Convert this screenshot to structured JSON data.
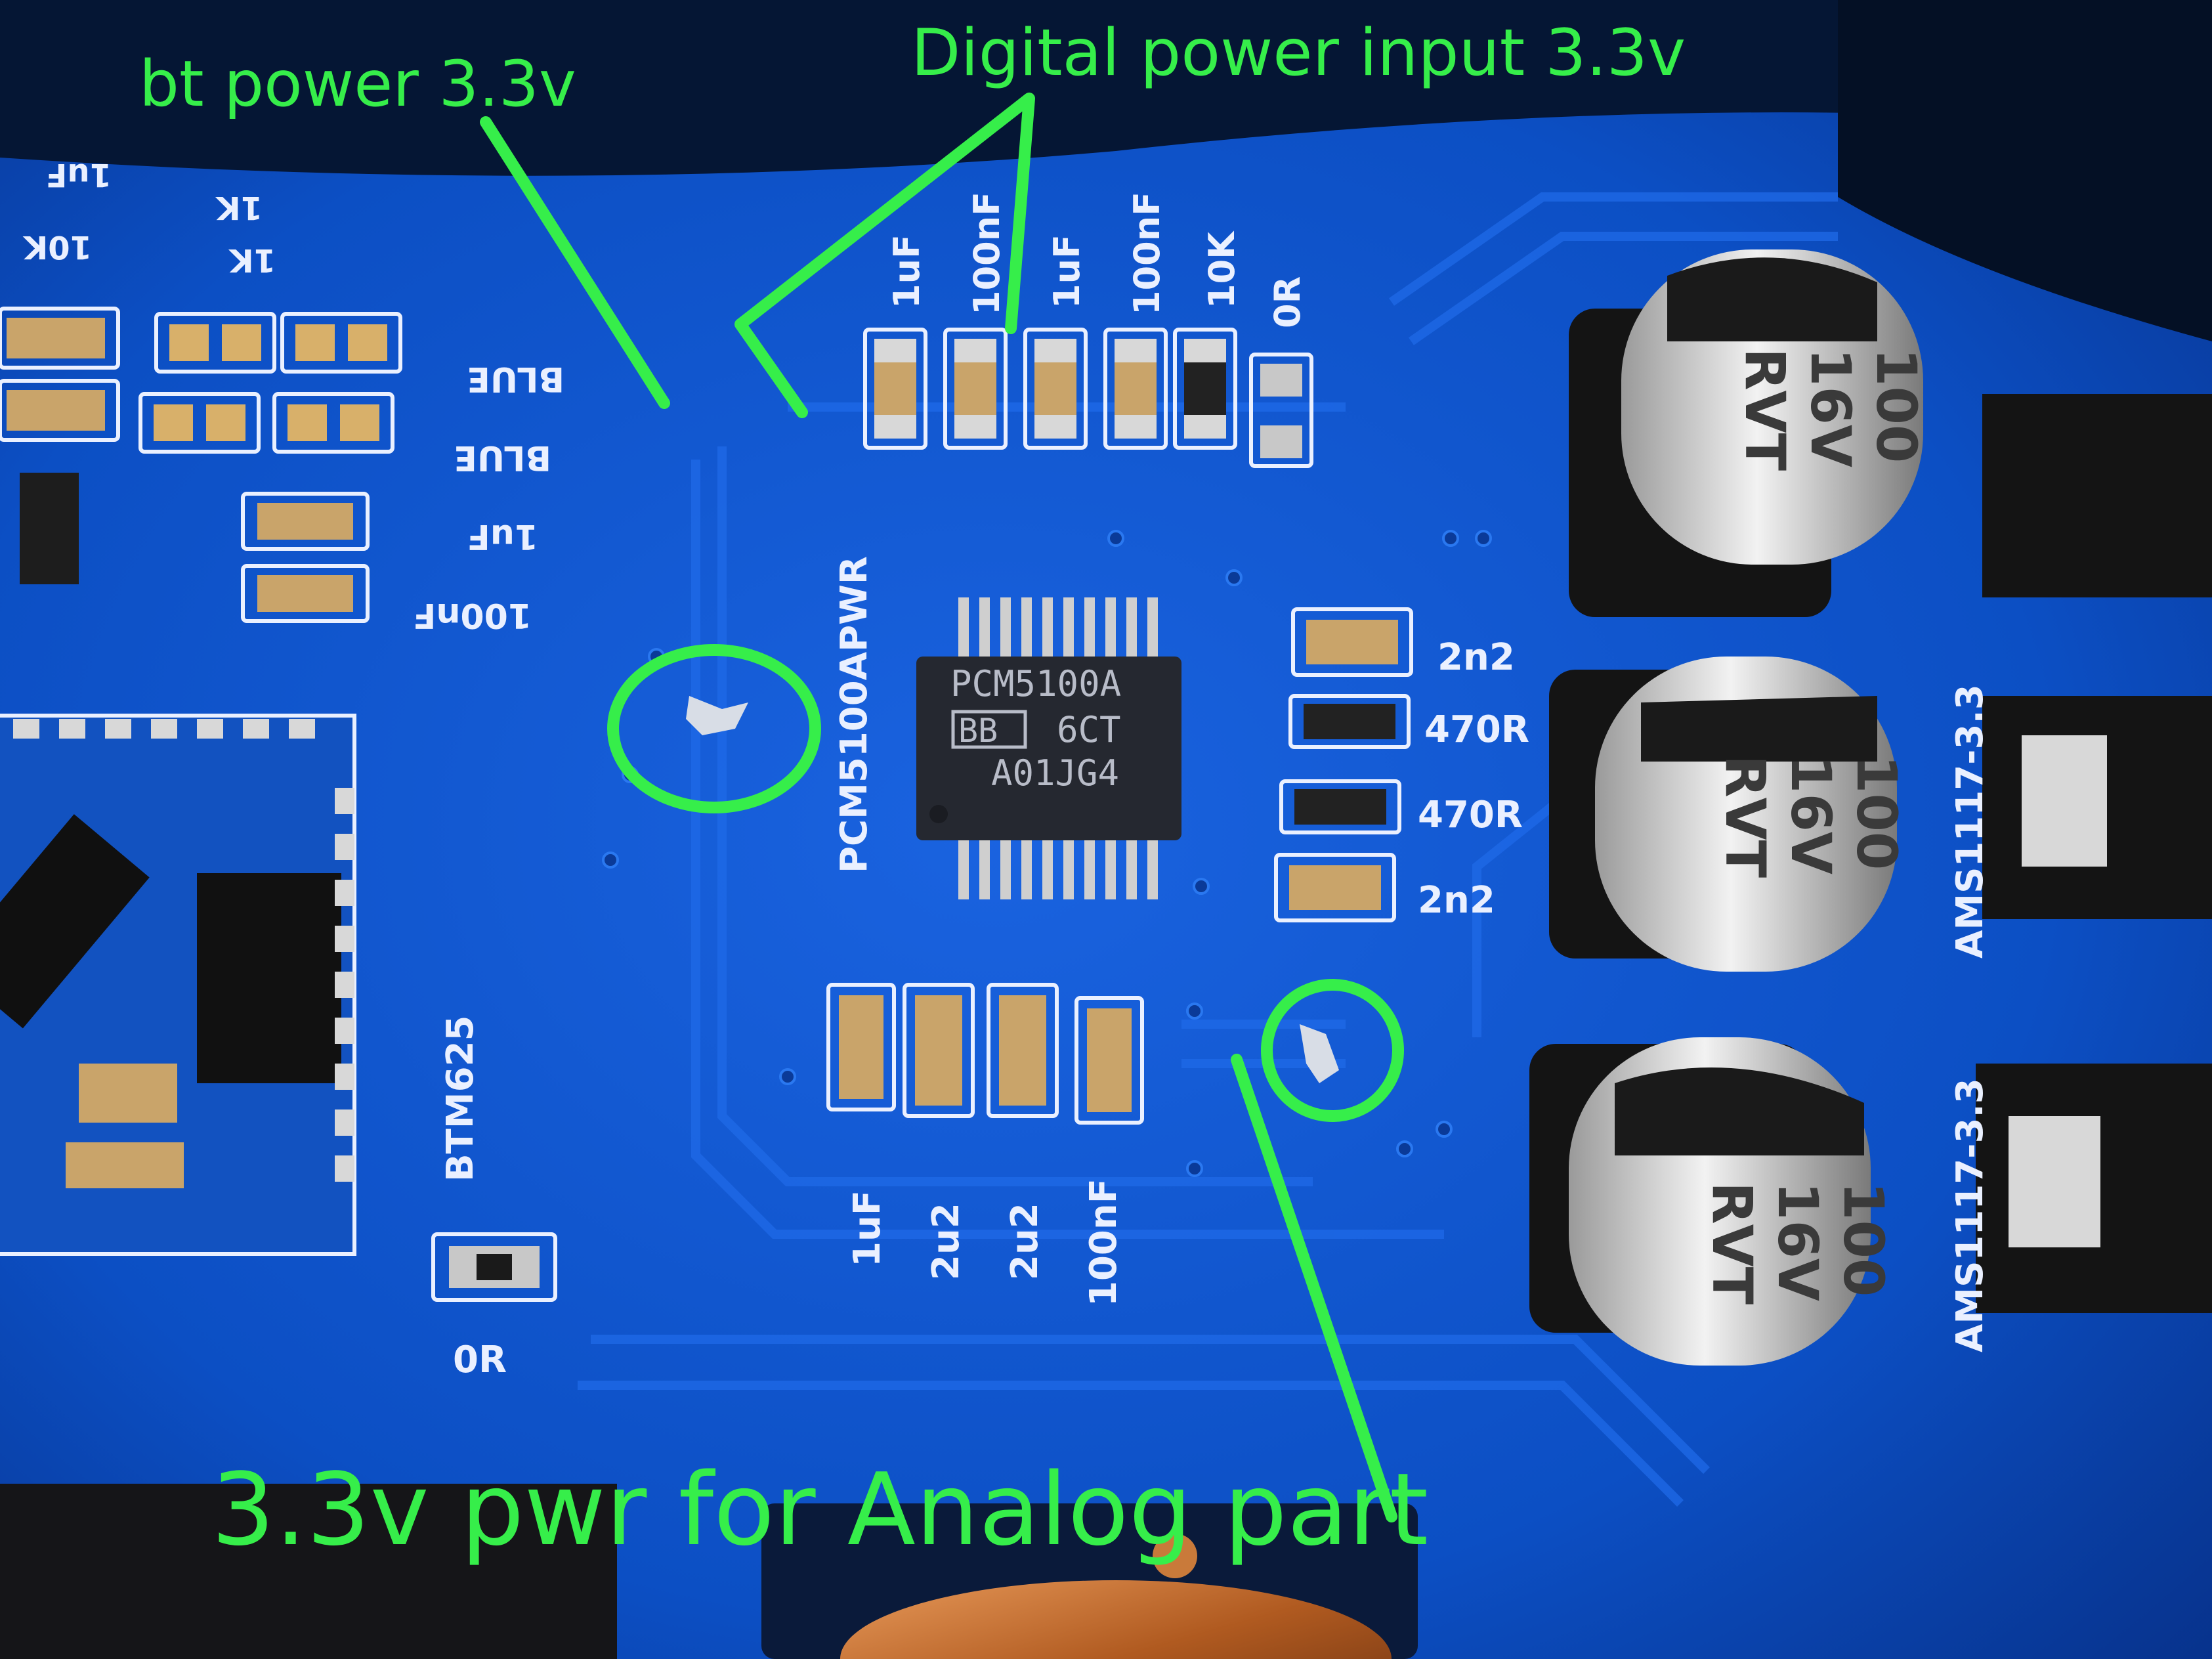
{
  "annotations": {
    "bt_power": "bt power 3.3v",
    "digital_power": "Digital power input 3.3v",
    "analog_power": "3.3v pwr for Analog part"
  },
  "chip": {
    "line1": "PCM5100A",
    "logo": "BB",
    "line2": "6CT",
    "line3": "A01JG4"
  },
  "silkscreen": {
    "ic_name": "PCM5100APWR",
    "bt_module": "BTM625",
    "top_caps": [
      "1uF",
      "100nF",
      "1uF",
      "100nF",
      "10K",
      "0R"
    ],
    "bottom_caps": [
      "1uF",
      "2u2",
      "2u2",
      "100nF"
    ],
    "right_parts": [
      "2n2",
      "470R",
      "470R",
      "2n2"
    ],
    "left_blue_1": "BLUE",
    "left_blue_2": "BLUE",
    "left_1uf": "1uF",
    "left_100nf": "100nF",
    "resistor_0r": "0R",
    "regulator_1": "AMS1117-3.3",
    "regulator_2": "AMS1117-3.3",
    "top_left_1": "10K",
    "top_left_2": "1K",
    "top_left_3": "1uF",
    "top_left_4": "1K"
  },
  "capacitors": {
    "value": "100",
    "voltage": "16V",
    "series": "RVT"
  },
  "colors": {
    "annotation_green": "#36ee4a",
    "pcb_blue": "#0c4fc4",
    "silkscreen_white": "#eaf0ff"
  }
}
